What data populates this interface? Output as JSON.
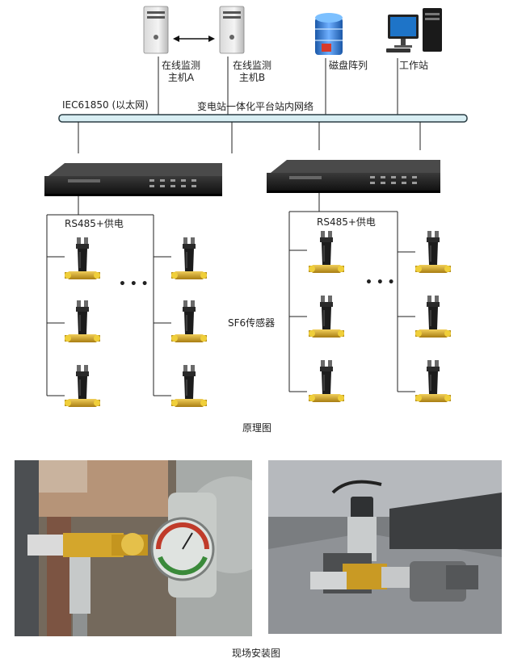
{
  "nodes": {
    "host_a": "在线监测\n主机A",
    "host_b": "在线监测\n主机B",
    "disk_array": "磁盘阵列",
    "workstation": "工作站"
  },
  "network": {
    "protocol_label": "IEC61850 (以太网)",
    "bus_label": "变电站一体化平台站内网络"
  },
  "sensor_groups": {
    "left_label": "RS485+供电",
    "right_label": "RS485+供电",
    "ellipsis": "• • •",
    "sensor_label": "SF6传感器"
  },
  "captions": {
    "principle": "原理图",
    "installation": "现场安装图"
  },
  "colors": {
    "bus_fill": "#d8eef3",
    "bus_stroke": "#2a3d44",
    "sensor_body": "#1c1c1c",
    "sensor_fitting": "#c9a227",
    "monitor_screen": "#1e74c8"
  }
}
